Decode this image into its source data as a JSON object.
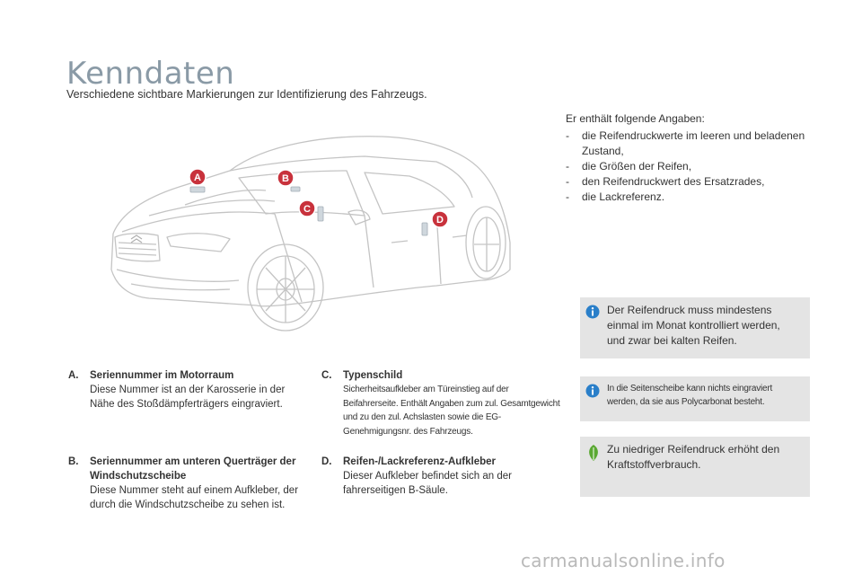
{
  "title": "Kenndaten",
  "subtitle": "Verschiedene sichtbare Markierungen zur Identifizierung des Fahrzeugs.",
  "info": {
    "intro": "Er enthält folgende Angaben:",
    "bullets": [
      "die Reifendruckwerte im leeren und beladenen Zustand,",
      "die Größen der Reifen,",
      "den Reifendruckwert des Ersatzrades,",
      "die Lackreferenz."
    ]
  },
  "notes": [
    {
      "icon": "info-icon",
      "text": "Der Reifendruck muss mindestens einmal im Monat kontrolliert werden, und zwar bei kalten Reifen."
    },
    {
      "icon": "info-icon",
      "text": "In die Seitenscheibe kann nichts eingraviert werden, da sie aus Polycarbonat besteht."
    },
    {
      "icon": "eco-leaf-icon",
      "text": "Zu niedriger Reifendruck erhöht den Kraftstoffverbrauch."
    }
  ],
  "markers": [
    "A",
    "B",
    "C",
    "D"
  ],
  "items": {
    "a": {
      "letter": "A.",
      "title": "Seriennummer im Motorraum",
      "text": "Diese Nummer ist an der Karosserie in der Nähe des Stoßdämpferträgers eingraviert."
    },
    "b": {
      "letter": "B.",
      "title": "Seriennummer am unteren Querträger der Windschutzscheibe",
      "text": "Diese Nummer steht auf einem Aufkleber, der durch die Windschutzscheibe zu sehen ist."
    },
    "c": {
      "letter": "C.",
      "title": "Typenschild",
      "text": "Sicherheitsaufkleber am Türeinstieg auf der Beifahrerseite. Enthält Angaben zum zul. Gesamtgewicht und zu den zul. Achslasten sowie die EG-Genehmigungsnr. des Fahrzeugs."
    },
    "d": {
      "letter": "D.",
      "title": "Reifen-/Lackreferenz-Aufkleber",
      "text": "Dieser Aufkleber befindet sich an der fahrerseitigen B-Säule."
    }
  },
  "watermark": "carmanualsonline.info",
  "colors": {
    "title": "#8a9aa6",
    "marker": "#c8323c",
    "box": "#e4e4e4",
    "info_icon": "#2a7fc9",
    "leaf": "#5aa832"
  }
}
